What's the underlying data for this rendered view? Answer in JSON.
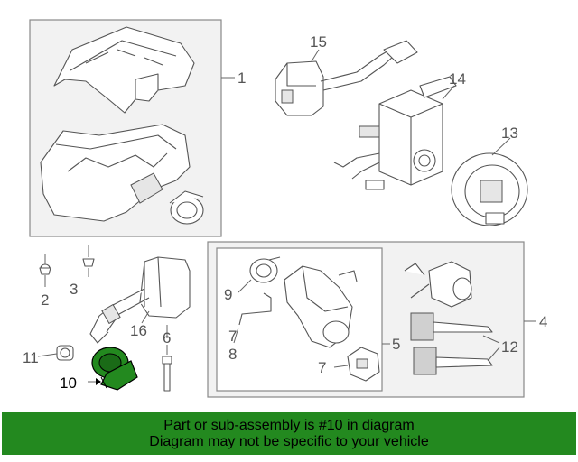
{
  "diagram": {
    "callouts": {
      "c1": "1",
      "c2": "2",
      "c3": "3",
      "c4": "4",
      "c5": "5",
      "c6": "6",
      "c7a": "7",
      "c7b": "7",
      "c8": "8",
      "c9": "9",
      "c10": "10",
      "c11": "11",
      "c12": "12",
      "c13": "13",
      "c14": "14",
      "c15": "15",
      "c16": "16"
    },
    "highlight_color": "#23891f",
    "highlighted_part": "10"
  },
  "banner": {
    "line1": "Part or sub-assembly is #10 in diagram",
    "line2": "Diagram may not be specific to your vehicle",
    "background": "#23891f"
  }
}
